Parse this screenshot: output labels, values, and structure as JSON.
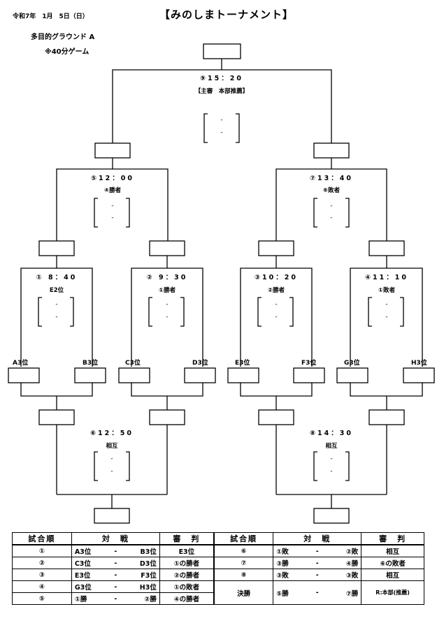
{
  "header": {
    "date": "令和7年　1月　5日（日）",
    "title": "【みのしまトーナメント】",
    "venue": "多目的グラウンド A",
    "note": "※40分ゲーム"
  },
  "bracket": {
    "final": {
      "time": "⑨15：20",
      "ref": "【主審　本部推薦】",
      "score": [
        "-",
        "-"
      ]
    },
    "semi_left": {
      "time": "⑤12：00",
      "ref": "④勝者",
      "score": [
        "-",
        "-"
      ]
    },
    "semi_right": {
      "time": "⑦13：40",
      "ref": "⑥敗者",
      "score": [
        "-",
        "-"
      ]
    },
    "r1": [
      {
        "time": "① 8：40",
        "ref": "E2位",
        "score": [
          "-",
          "-"
        ]
      },
      {
        "time": "② 9：30",
        "ref": "①勝者",
        "score": [
          "-",
          "-"
        ]
      },
      {
        "time": "③10：20",
        "ref": "②勝者",
        "score": [
          "-",
          "-"
        ]
      },
      {
        "time": "④11：10",
        "ref": "①敗者",
        "score": [
          "-",
          "-"
        ]
      }
    ],
    "seeds": [
      "A3位",
      "B3位",
      "C3位",
      "D3位",
      "E3位",
      "F3位",
      "G3位",
      "H3位"
    ],
    "loser_left": {
      "time": "⑥12：50",
      "ref": "相互",
      "score": [
        "-",
        "-"
      ]
    },
    "loser_right": {
      "time": "⑧14：30",
      "ref": "相互",
      "score": [
        "-",
        "-"
      ]
    }
  },
  "schedule": {
    "headers": [
      "試合順",
      "対　戦",
      "審　判",
      "試合順",
      "対　戦",
      "審　判"
    ],
    "left_rows": [
      {
        "no": "①",
        "a": "A3位",
        "b": "B3位",
        "ref": "E3位"
      },
      {
        "no": "②",
        "a": "C3位",
        "b": "D3位",
        "ref": "①の勝者"
      },
      {
        "no": "③",
        "a": "E3位",
        "b": "F3位",
        "ref": "②の勝者"
      },
      {
        "no": "④",
        "a": "G3位",
        "b": "H3位",
        "ref": "①の敗者"
      },
      {
        "no": "⑤",
        "a": "①勝",
        "b": "②勝",
        "ref": "④の勝者"
      }
    ],
    "right_rows": [
      {
        "no": "⑥",
        "a": "①敗",
        "b": "②敗",
        "ref": "相互"
      },
      {
        "no": "⑦",
        "a": "③勝",
        "b": "④勝",
        "ref": "⑥の敗者"
      },
      {
        "no": "⑧",
        "a": "③敗",
        "b": "③敗",
        "ref": "相互"
      },
      {
        "no": "決勝",
        "a": "⑤勝",
        "b": "⑦勝",
        "ref": "R:本部(推薦)"
      }
    ],
    "vs": "-"
  }
}
